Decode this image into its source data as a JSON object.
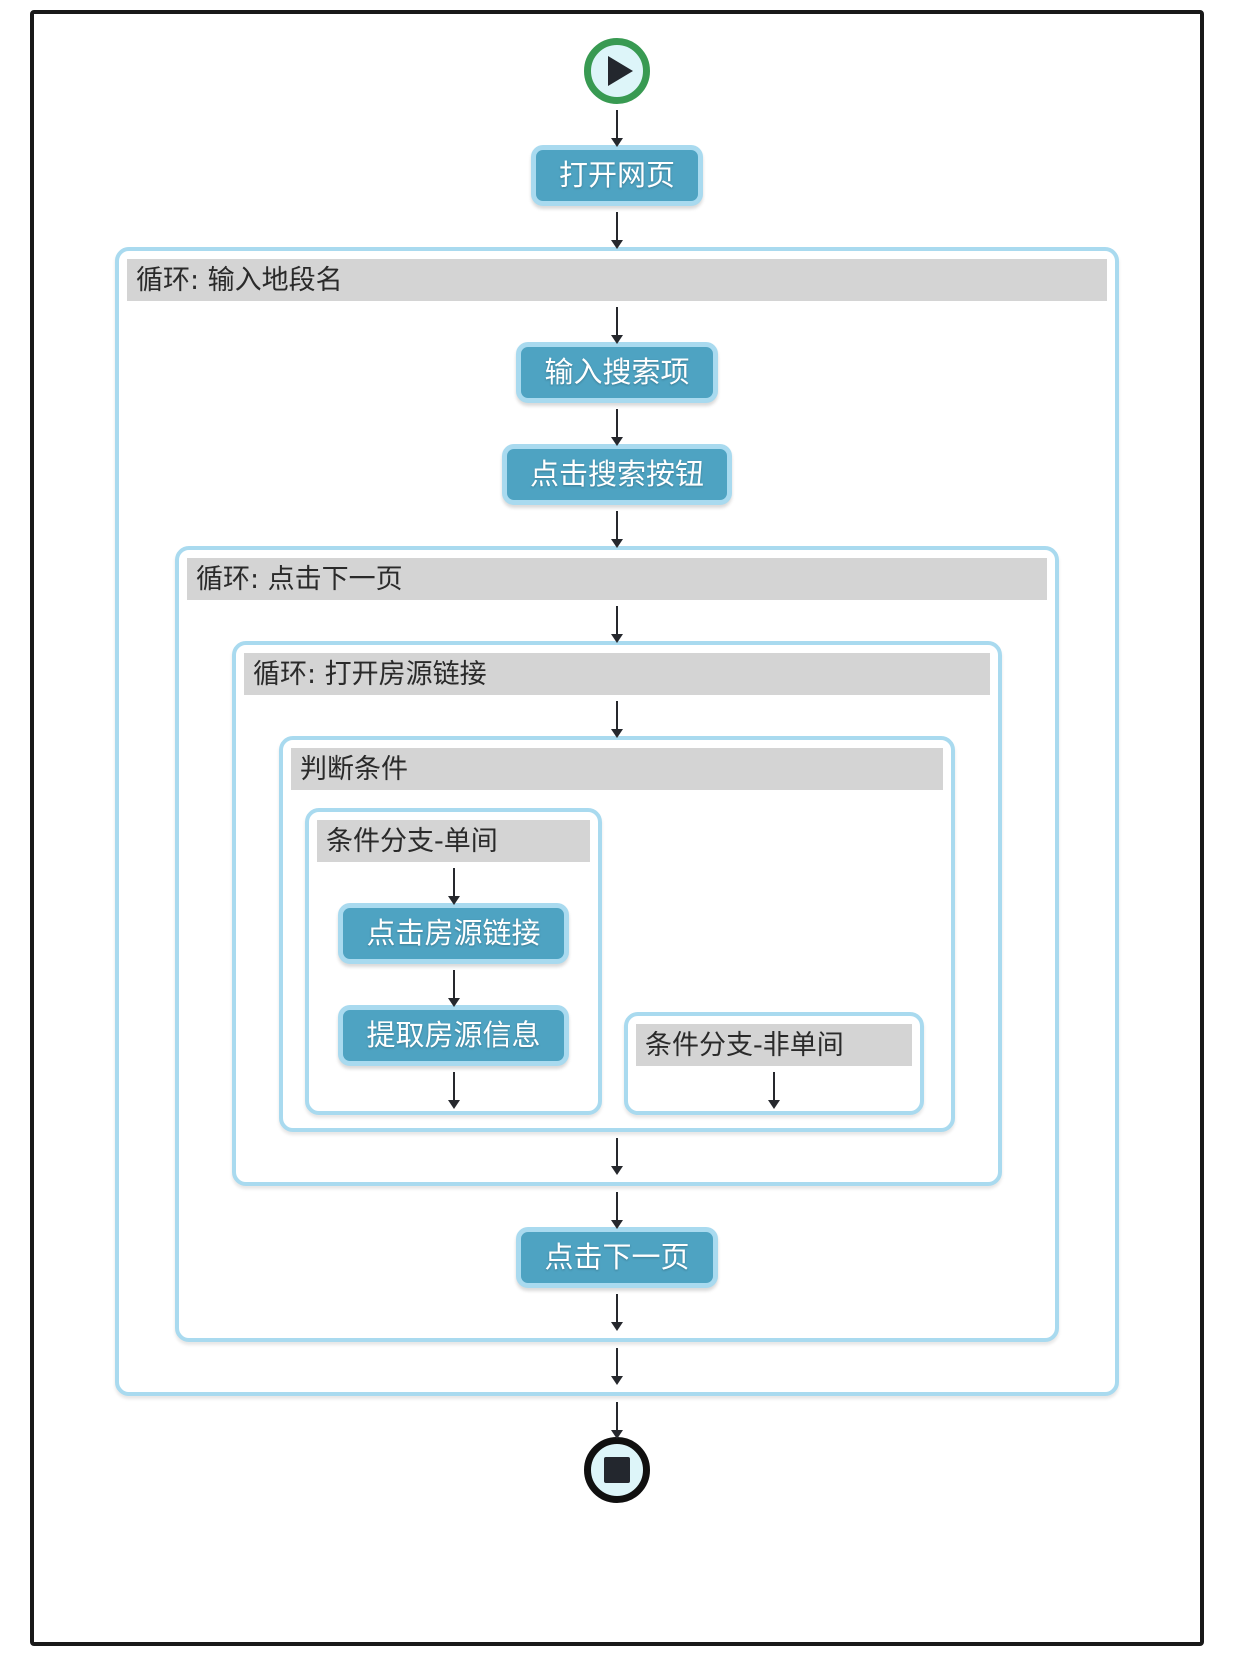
{
  "canvas": {
    "start": {
      "icon": "play-icon"
    },
    "end": {
      "icon": "stop-icon"
    },
    "steps": {
      "open_webpage": "打开网页",
      "input_search_term": "输入搜索项",
      "click_search_button": "点击搜索按钮",
      "click_listing_link": "点击房源链接",
      "extract_listing_info": "提取房源信息",
      "click_next_page": "点击下一页"
    },
    "loops": {
      "input_district": {
        "label": "循环: 输入地段名"
      },
      "click_next_page": {
        "label": "循环: 点击下一页"
      },
      "open_listing_link": {
        "label": "循环: 打开房源链接"
      }
    },
    "condition": {
      "label": "判断条件",
      "branch_single_room": {
        "label": "条件分支-单间"
      },
      "branch_not_single_room": {
        "label": "条件分支-非单间"
      }
    }
  },
  "colors": {
    "btn_fill": "#4ea3c2",
    "btn_border": "#a9daef",
    "container_border": "#a9daef",
    "header_bg": "#d4d4d4",
    "arrow_color": "#26282d",
    "frame_border": "#191919",
    "icon_fill": "#ddf5f9",
    "start_green": "#389a52",
    "end_black": "#101010"
  }
}
